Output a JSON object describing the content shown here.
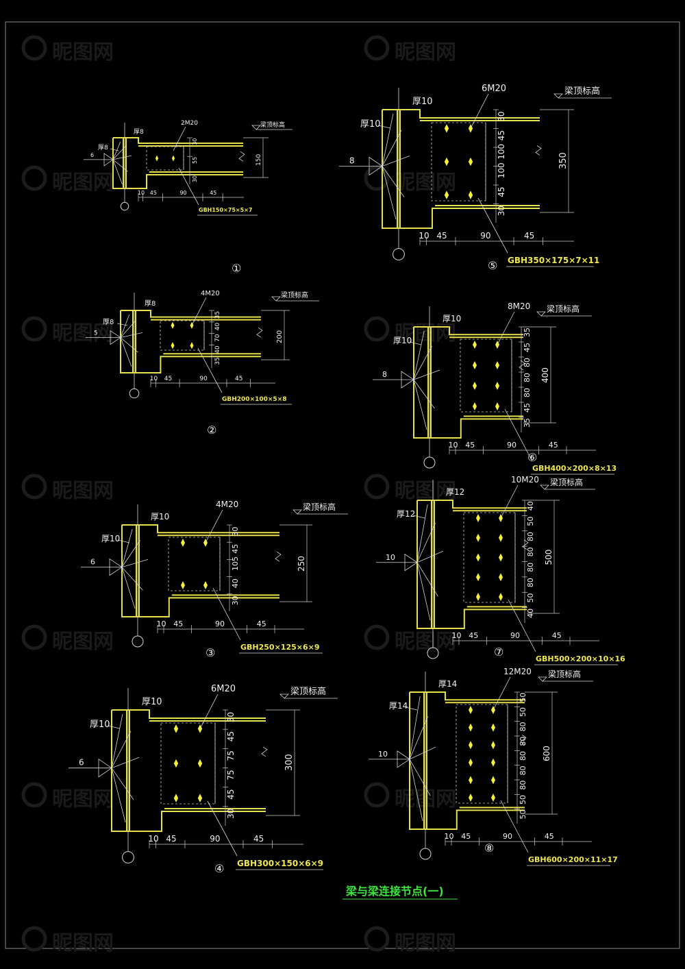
{
  "title": "梁与梁连接节点(一)",
  "colors": {
    "background": "#000000",
    "beam": "#e8e04a",
    "text": "#f2f2f2",
    "spec": "#f0e850",
    "title": "#3ee53e"
  },
  "details": [
    {
      "id": "d1",
      "number": "①",
      "bolts": "2M20",
      "plate_left": "厚8",
      "plate_top": "厚8",
      "weld": "6",
      "top_label": "梁顶标高",
      "spec": "GBH150×75×5×7",
      "vdims": [
        "30",
        "",
        "55",
        "",
        "30"
      ],
      "hdims": [
        "10",
        "45",
        "90",
        "45"
      ],
      "height": "150"
    },
    {
      "id": "d2",
      "number": "②",
      "bolts": "4M20",
      "plate_left": "厚8",
      "plate_top": "厚8",
      "weld": "5",
      "top_label": "梁顶标高",
      "spec": "GBH200×100×5×8",
      "vdims": [
        "35",
        "40",
        "70",
        "40",
        "35"
      ],
      "hdims": [
        "10",
        "45",
        "90",
        "45"
      ],
      "height": "200"
    },
    {
      "id": "d3",
      "number": "③",
      "bolts": "4M20",
      "plate_left": "厚10",
      "plate_top": "厚10",
      "weld": "6",
      "top_label": "梁顶标高",
      "spec": "GBH250×125×6×9",
      "vdims": [
        "30",
        "45",
        "105",
        "40",
        "30"
      ],
      "hdims": [
        "10",
        "45",
        "90",
        "45"
      ],
      "height": "250"
    },
    {
      "id": "d4",
      "number": "④",
      "bolts": "6M20",
      "plate_left": "厚10",
      "plate_top": "厚10",
      "weld": "6",
      "top_label": "梁顶标高",
      "spec": "GBH300×150×6×9",
      "vdims": [
        "30",
        "45",
        "75",
        "75",
        "45",
        "30"
      ],
      "hdims": [
        "10",
        "45",
        "90",
        "45"
      ],
      "height": "300"
    },
    {
      "id": "d5",
      "number": "⑤",
      "bolts": "6M20",
      "plate_left": "厚10",
      "plate_top": "厚10",
      "weld": "8",
      "top_label": "梁顶标高",
      "spec": "GBH350×175×7×11",
      "vdims": [
        "30",
        "45",
        "100",
        "100",
        "45",
        "30"
      ],
      "hdims": [
        "10",
        "45",
        "90",
        "45"
      ],
      "height": "350"
    },
    {
      "id": "d6",
      "number": "⑥",
      "bolts": "8M20",
      "plate_left": "厚10",
      "plate_top": "厚10",
      "weld": "8",
      "top_label": "梁顶标高",
      "spec": "GBH400×200×8×13",
      "vdims": [
        "35",
        "45",
        "80",
        "80",
        "80",
        "45",
        "35"
      ],
      "hdims": [
        "10",
        "45",
        "90",
        "45"
      ],
      "height": "400"
    },
    {
      "id": "d7",
      "number": "⑦",
      "bolts": "10M20",
      "plate_left": "厚12",
      "plate_top": "厚12",
      "weld": "10",
      "top_label": "梁顶标高",
      "spec": "GBH500×200×10×16",
      "vdims": [
        "40",
        "50",
        "80",
        "80",
        "80",
        "80",
        "50",
        "40"
      ],
      "hdims": [
        "10",
        "45",
        "90",
        "45"
      ],
      "height": "500"
    },
    {
      "id": "d8",
      "number": "⑧",
      "bolts": "12M20",
      "plate_left": "厚14",
      "plate_top": "厚14",
      "weld": "10",
      "top_label": "梁顶标高",
      "spec": "GBH600×200×11×17",
      "vdims": [
        "50",
        "50",
        "80",
        "80",
        "80",
        "80",
        "80",
        "50",
        "50"
      ],
      "hdims": [
        "10",
        "45",
        "90",
        "45"
      ],
      "height": "600"
    }
  ],
  "watermark": "昵图网"
}
